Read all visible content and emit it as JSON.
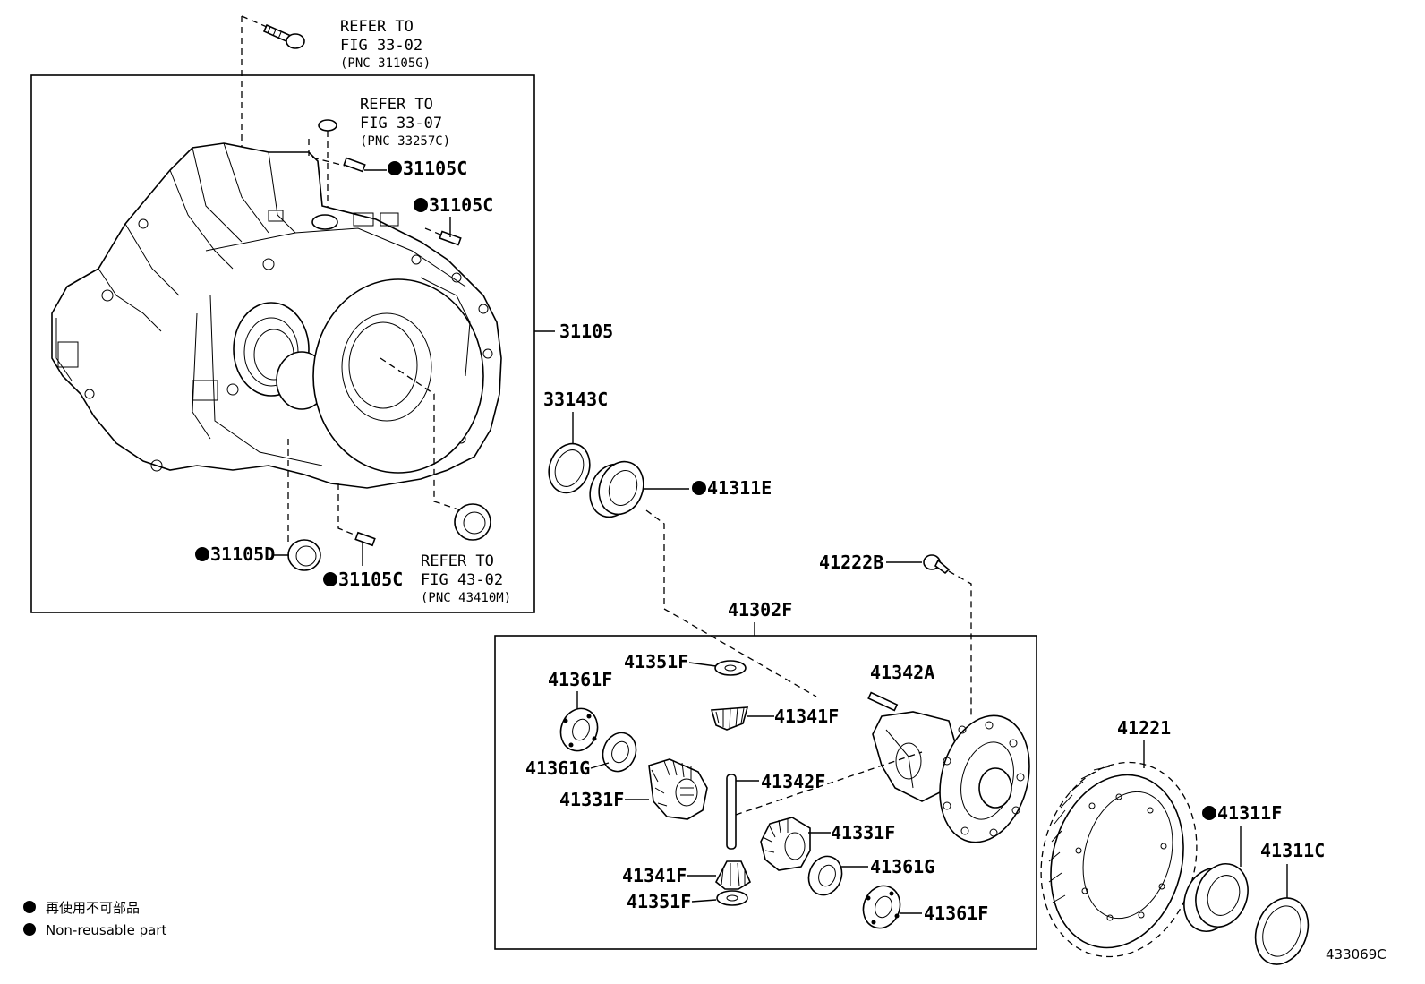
{
  "references": {
    "bolt": {
      "line1": "REFER TO",
      "line2": "FIG 33-02",
      "line3": "(PNC 31105G)"
    },
    "gasket": {
      "line1": "REFER TO",
      "line2": "FIG 33-07",
      "line3": "(PNC 33257C)"
    },
    "seal": {
      "line1": "REFER TO",
      "line2": "FIG 43-02",
      "line3": "(PNC 43410M)"
    }
  },
  "labels": {
    "p31105C_a": "31105C",
    "p31105C_b": "31105C",
    "p31105C_c": "31105C",
    "p31105D": "31105D",
    "p31105": "31105",
    "p33143C": "33143C",
    "p41311E": "41311E",
    "p41222B": "41222B",
    "p41302F": "41302F",
    "p41351F_top": "41351F",
    "p41361F_left": "41361F",
    "p41341F_top": "41341F",
    "p41342A": "41342A",
    "p41361G_left": "41361G",
    "p41342F": "41342F",
    "p41331F_left": "41331F",
    "p41331F_right": "41331F",
    "p41341F_bottom": "41341F",
    "p41361G_right": "41361G",
    "p41351F_bottom": "41351F",
    "p41361F_right": "41361F",
    "p41221": "41221",
    "p41311F": "41311F",
    "p41311C": "41311C"
  },
  "legend": {
    "japanese": "再使用不可部品",
    "english": "Non-reusable part"
  },
  "figure_id": "433069C"
}
